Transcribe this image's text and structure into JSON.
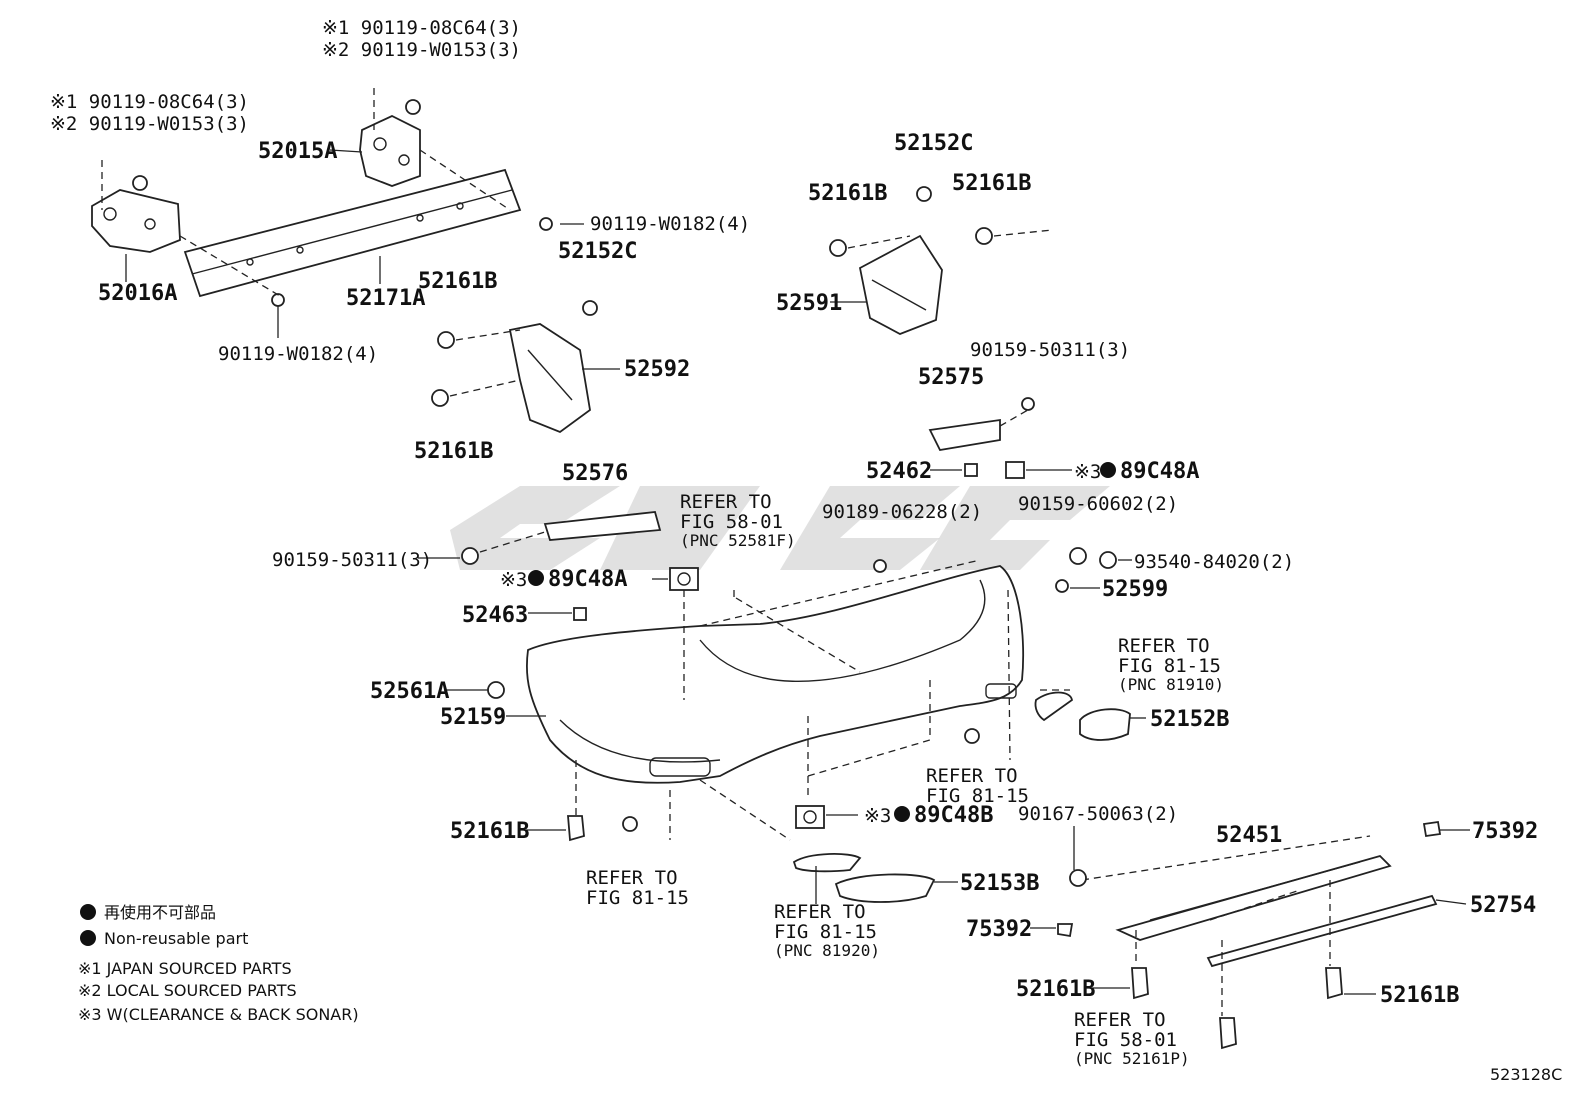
{
  "diagram_code": "523128C",
  "legend": {
    "dot_jp": "再使用不可部品",
    "dot_en": "Non-reusable part",
    "note1": "※1 JAPAN SOURCED PARTS",
    "note2": "※2 LOCAL SOURCED PARTS",
    "note3": "※3 W(CLEARANCE & BACK SONAR)"
  },
  "labels": {
    "bolt_left_1": "※1 90119-08C64(3)",
    "bolt_left_2": "※2 90119-W0153(3)",
    "bolt_top_1": "※1 90119-08C64(3)",
    "bolt_top_2": "※2 90119-W0153(3)",
    "p52015A": "52015A",
    "p52016A": "52016A",
    "p52171A": "52171A",
    "bolt_w0182_a": "90119-W0182(4)",
    "bolt_w0182_b": "90119-W0182(4)",
    "p52161B_1": "52161B",
    "p52161B_2": "52161B",
    "p52161B_3": "52161B",
    "p52161B_4": "52161B",
    "p52161B_5": "52161B",
    "p52161B_6": "52161B",
    "p52161B_7": "52161B",
    "p52152C_1": "52152C",
    "p52152C_2": "52152C",
    "p52592": "52592",
    "p52591": "52591",
    "bolt_50311_r": "90159-50311(3)",
    "bolt_50311_l": "90159-50311(3)",
    "p52575": "52575",
    "p52576": "52576",
    "p52462": "52462",
    "p89C48A_r": "89C48A",
    "p89C48A_l": "89C48A",
    "p89C48B": "89C48B",
    "mark3": "※3",
    "bolt_06228": "90189-06228(2)",
    "bolt_60602": "90159-60602(2)",
    "bolt_84020": "93540-84020(2)",
    "p52599": "52599",
    "p52463": "52463",
    "p52561A": "52561A",
    "p52159": "52159",
    "p52152B": "52152B",
    "p52153B": "52153B",
    "bolt_50063": "90167-50063(2)",
    "p52451": "52451",
    "p75392_r": "75392",
    "p75392_l": "75392",
    "p52754": "52754",
    "refer_to": "REFER TO",
    "fig5801": "FIG 58-01",
    "pnc52581F": "(PNC 52581F)",
    "fig8115": "FIG 81-15",
    "pnc81910": "(PNC 81910)",
    "pnc81920": "(PNC 81920)",
    "pnc52161P": "(PNC 52161P)"
  }
}
